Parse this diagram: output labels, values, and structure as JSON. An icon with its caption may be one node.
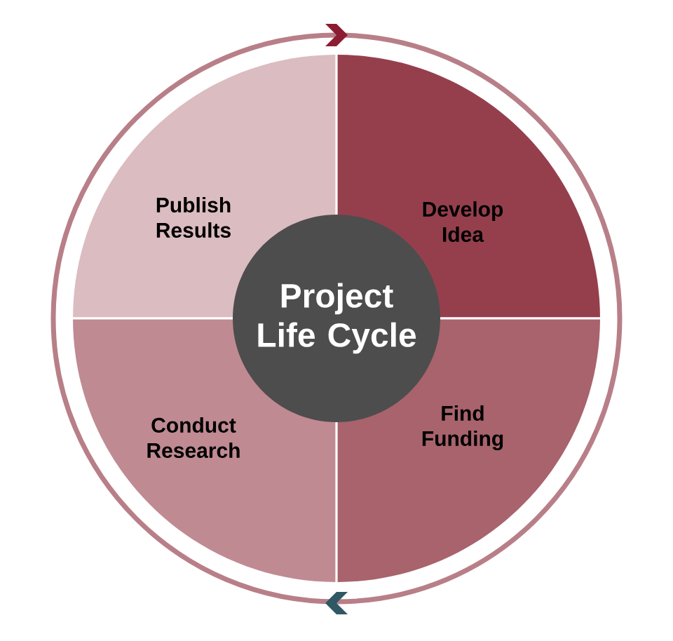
{
  "diagram": {
    "nodes": [
      {
        "text": [
          "Publish Results"
        ]
      },
      {
        "text": [
          "Develop Idea"
        ]
      },
      {
        "text": [
          "Project Life Cycle"
        ]
      },
      {
        "text": [
          "Conduct Research"
        ]
      },
      {
        "text": [
          "Find Funding"
        ]
      }
    ]
  }
}
